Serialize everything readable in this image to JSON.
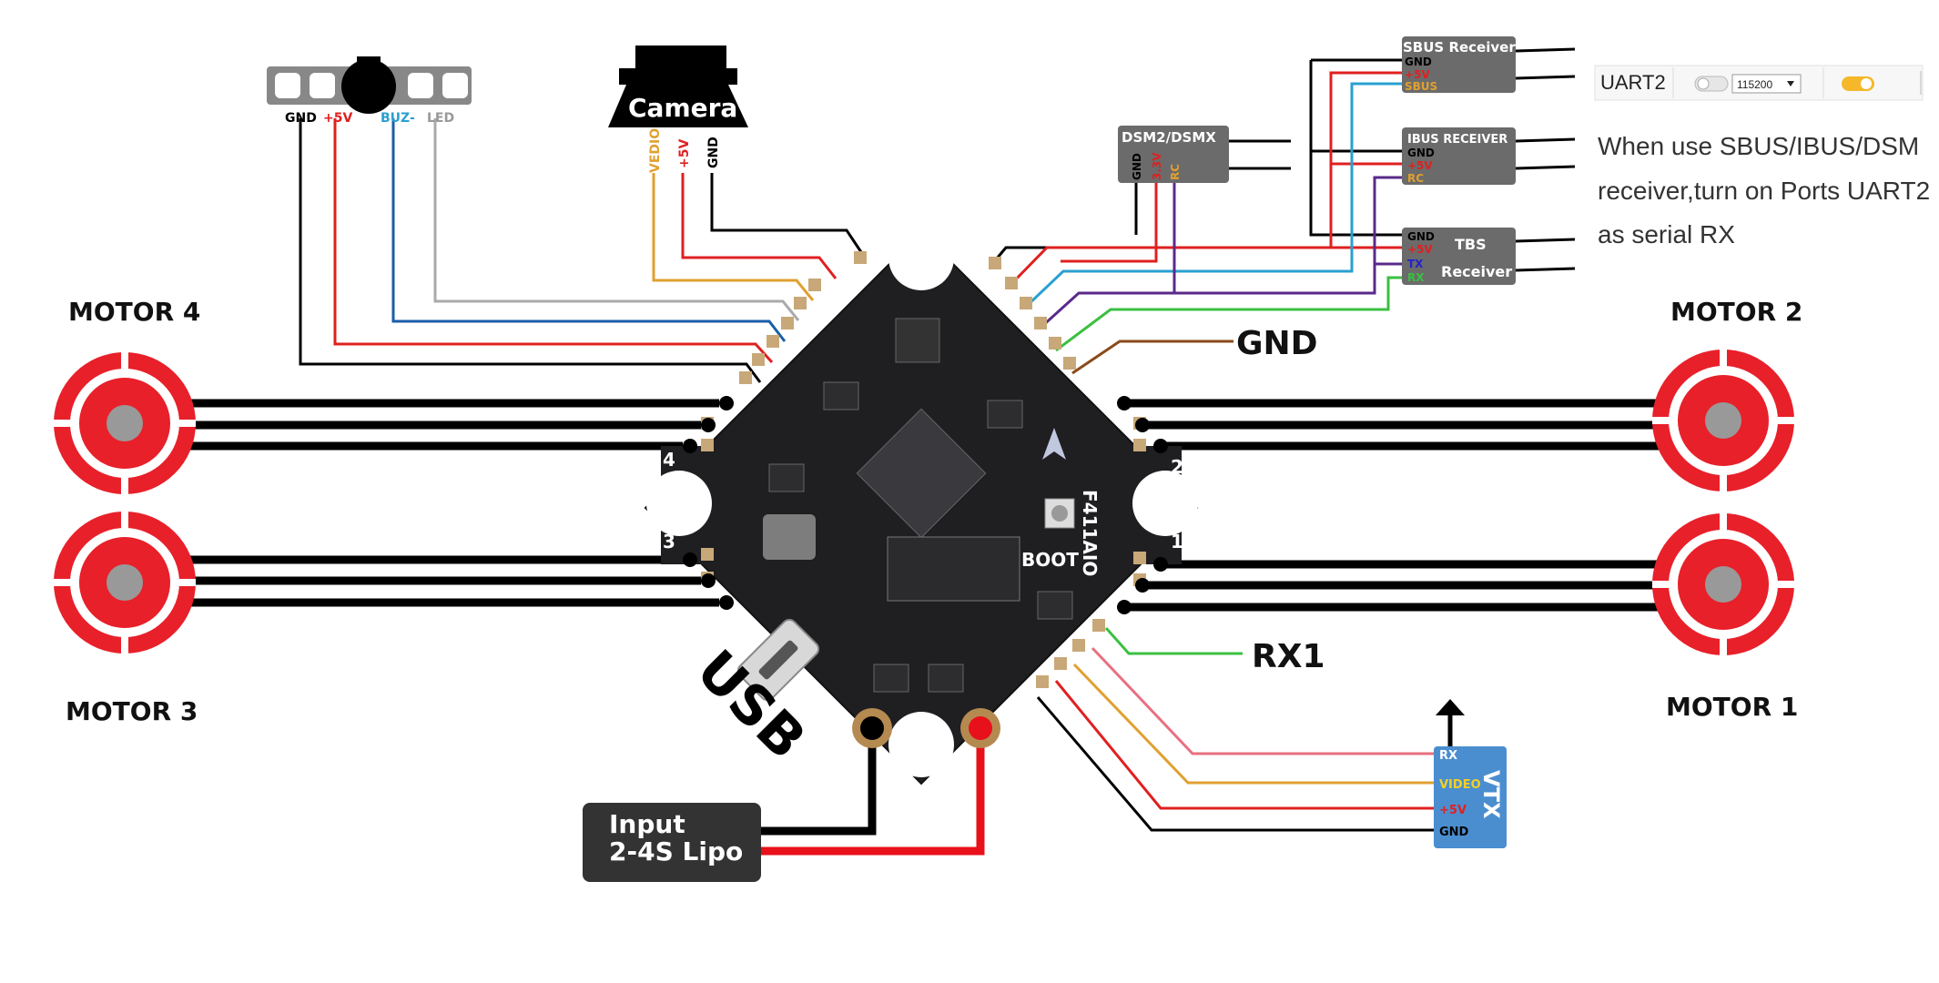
{
  "motors": {
    "m4": "MOTOR 4",
    "m3": "MOTOR 3",
    "m2": "MOTOR 2",
    "m1": "MOTOR 1"
  },
  "buzzer_led": {
    "pins": [
      "GND",
      "+5V",
      "BUZ-",
      "LED"
    ]
  },
  "camera": {
    "title": "Camera",
    "pins": [
      "VEDIO",
      "+5V",
      "GND"
    ]
  },
  "dsm": {
    "title": "DSM2/DSMX",
    "pins": [
      "GND",
      "3.3V",
      "RC"
    ]
  },
  "sbus": {
    "title": "SBUS Receiver",
    "pins": [
      "GND",
      "+5V",
      "SBUS"
    ]
  },
  "ibus": {
    "title": "IBUS RECEIVER",
    "pins": [
      "GND",
      "+5V",
      "RC"
    ]
  },
  "tbs": {
    "title1": "TBS",
    "title2": "Receiver",
    "pins": [
      "GND",
      "+5V",
      "TX",
      "RX"
    ]
  },
  "ports_widget": {
    "port": "UART2",
    "baud": "115200"
  },
  "note": {
    "line1": "When use SBUS/IBUS/DSM",
    "line2": "receiver,turn on Ports UART2",
    "line3": "as serial RX"
  },
  "board": {
    "model": "F411AIO",
    "boot": "BOOT",
    "usb": "USB",
    "pad_numbers": [
      "1",
      "2",
      "3",
      "4"
    ]
  },
  "gnd_label": "GND",
  "rx1_label": "RX1",
  "power": {
    "line1": "Input",
    "line2": "2-4S Lipo"
  },
  "vtx": {
    "title": "VTX",
    "pins": [
      "RX",
      "VIDEO",
      "+5V",
      "GND"
    ]
  },
  "colors": {
    "motor_red": "#e8202a",
    "board": "#1f1f22",
    "gnd_wire": "#000000",
    "v5_wire": "#e02020",
    "buz_wire": "#1a5ea8",
    "led_wire": "#aaaaaa",
    "video_wire": "#e0a030",
    "rc_wire": "#5a2a8a",
    "sbus_wire": "#2aa0d0",
    "rx_wire": "#3ac040",
    "gnd_pad_wire": "#8a4a1a",
    "vtx_box": "#4a8ed0"
  }
}
